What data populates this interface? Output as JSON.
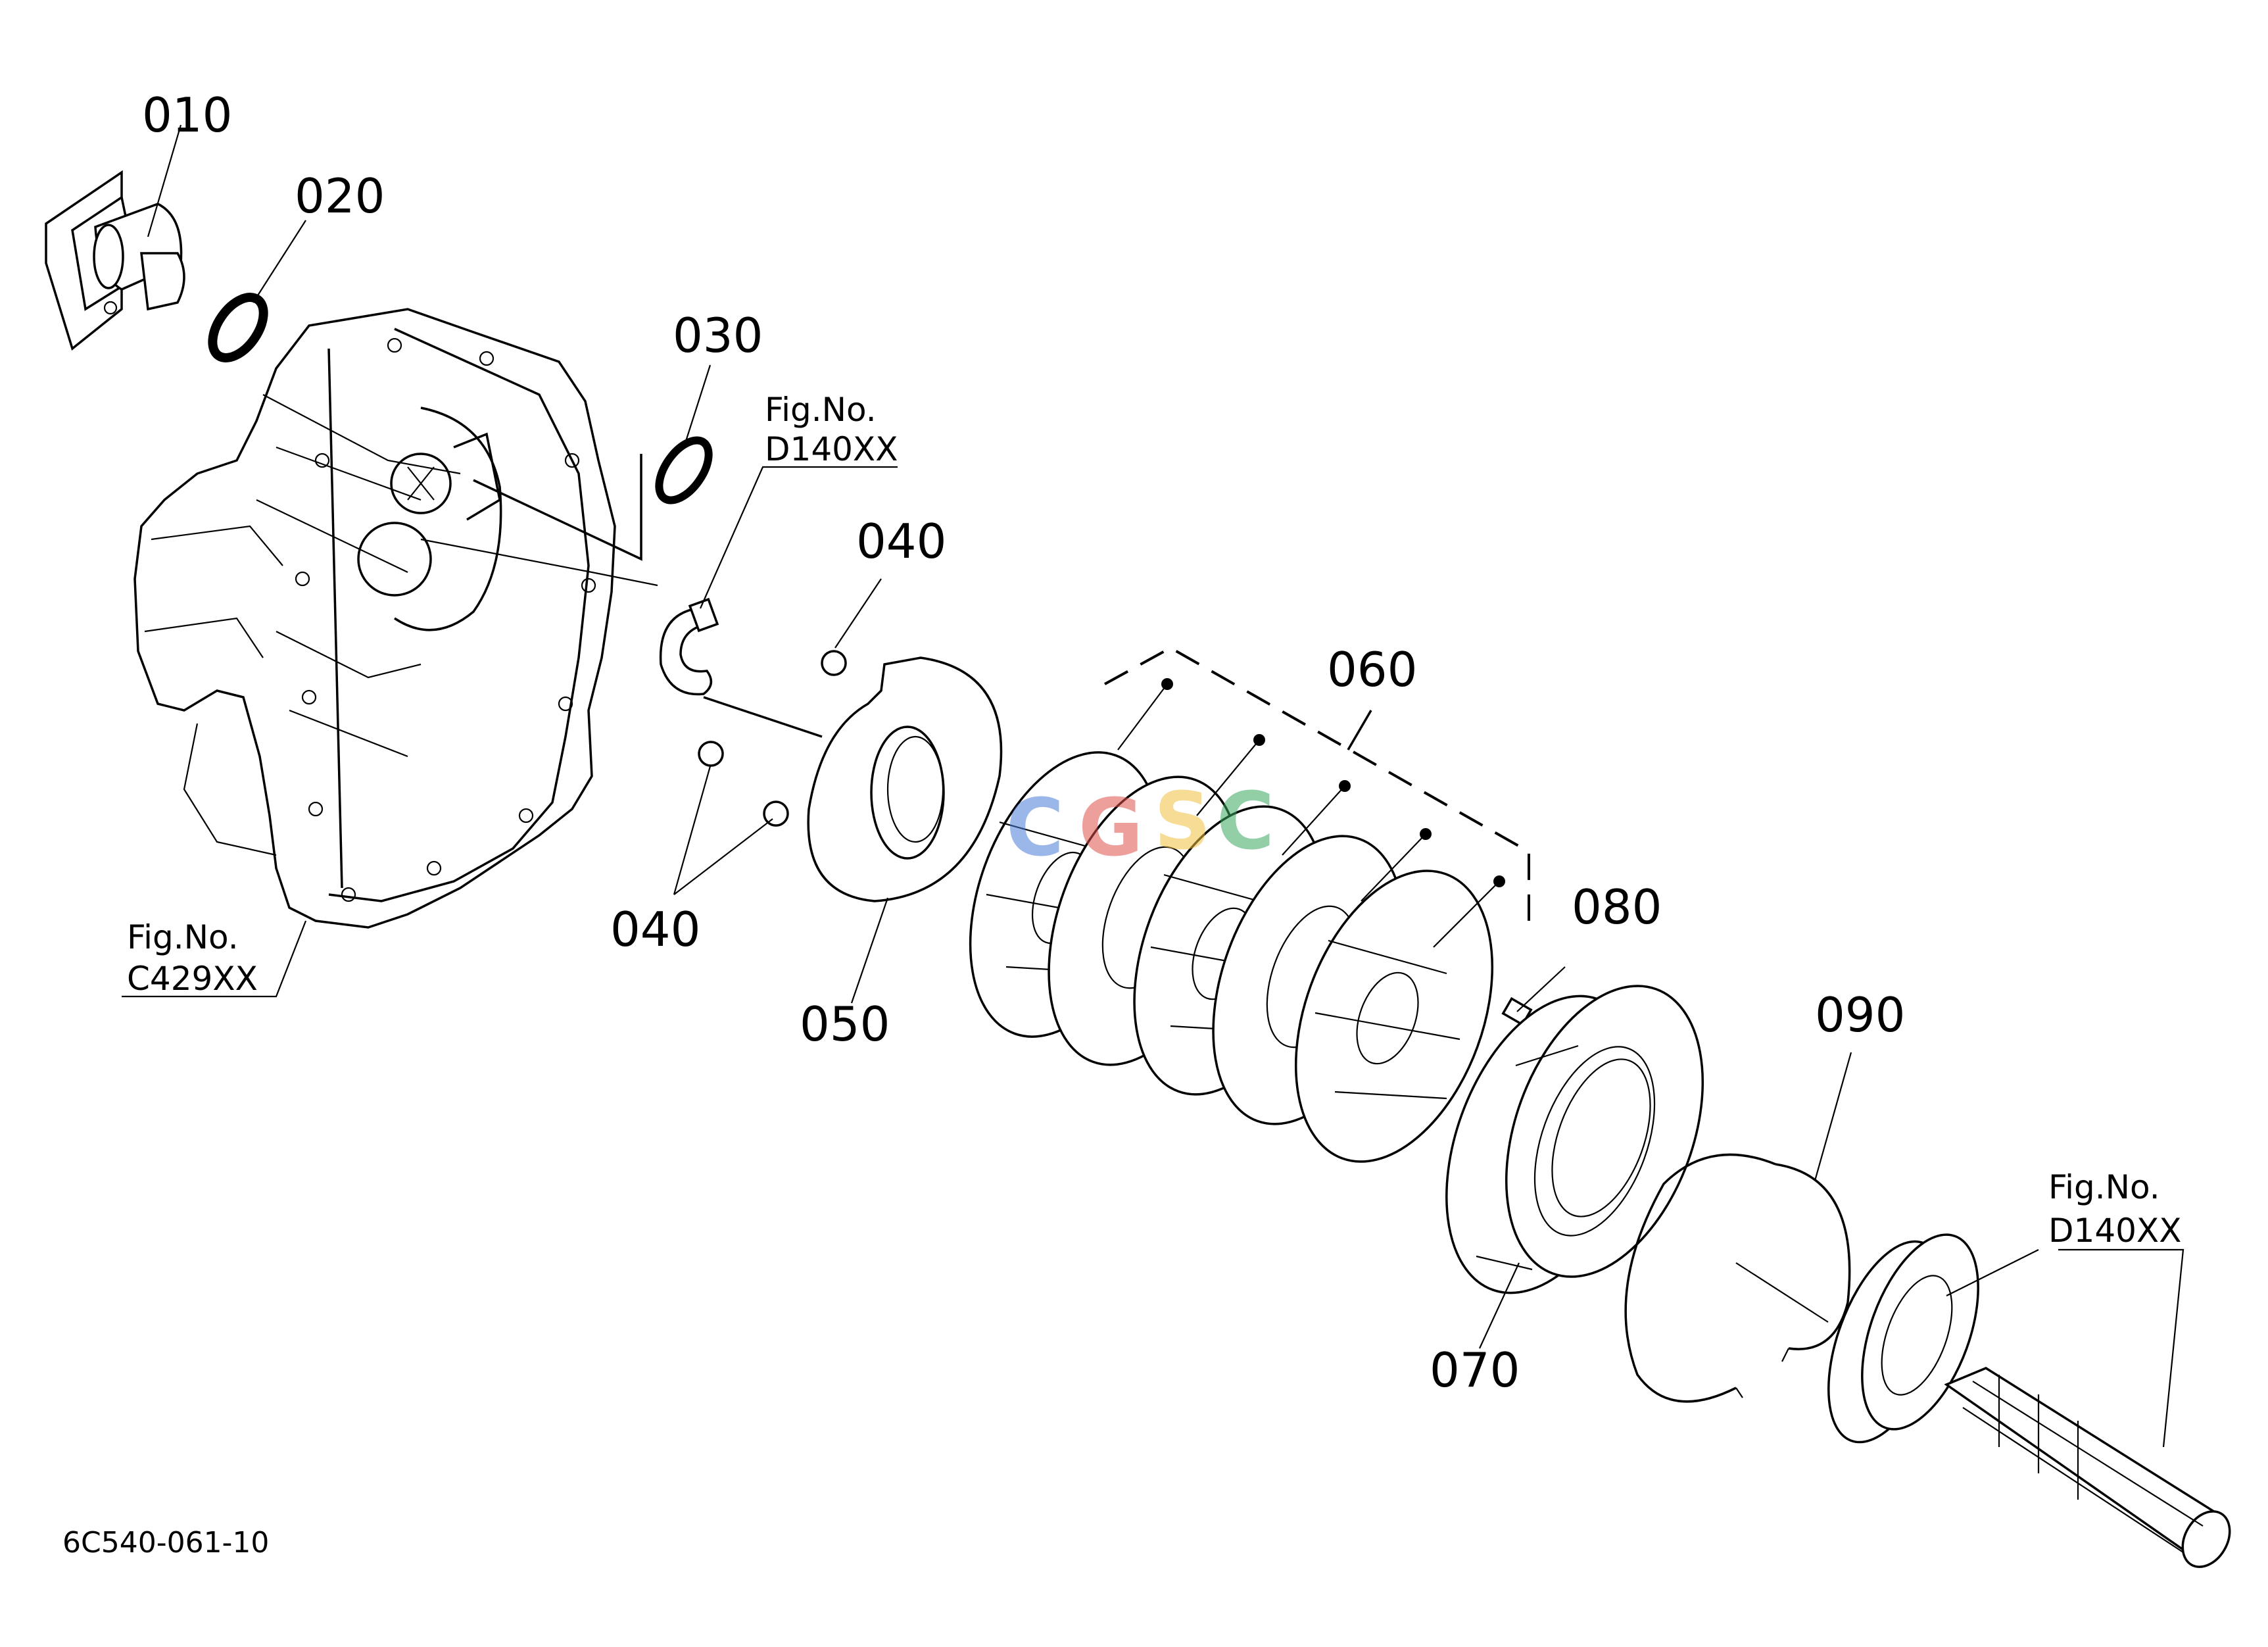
{
  "labels": {
    "p010": "010",
    "p020": "020",
    "p030": "030",
    "p040a": "040",
    "p040b": "040",
    "p050": "050",
    "p060": "060",
    "p070": "070",
    "p080": "080",
    "p090": "090"
  },
  "refs": {
    "d140_top": {
      "title": "Fig.No.",
      "code": "D140XX"
    },
    "c429": {
      "title": "Fig.No.",
      "code": "C429XX"
    },
    "d140_right": {
      "title": "Fig.No.",
      "code": "D140XX"
    }
  },
  "drawing_code": "6C540-061-10",
  "watermark": {
    "letters": [
      "C",
      "G",
      "S",
      "C"
    ],
    "colors": [
      "#4a7bd8",
      "#e0514a",
      "#f0c040",
      "#3aa860"
    ]
  }
}
